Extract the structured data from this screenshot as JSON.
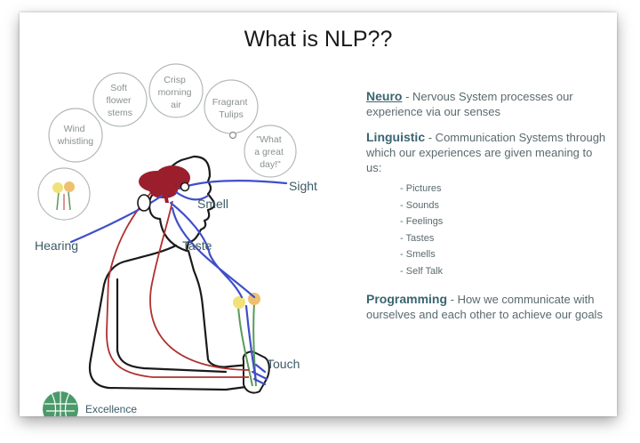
{
  "slide": {
    "title": "What is NLP??"
  },
  "bubbles": [
    {
      "lines": [
        "Wind",
        "whistling"
      ]
    },
    {
      "lines": [
        "Soft",
        "flower",
        "stems"
      ]
    },
    {
      "lines": [
        "Crisp",
        "morning",
        "air"
      ]
    },
    {
      "lines": [
        "Fragrant",
        "Tulips"
      ]
    },
    {
      "lines": [
        "\"What",
        "a great",
        "day!\""
      ]
    }
  ],
  "senses": {
    "sight": "Sight",
    "smell": "Smell",
    "taste": "Taste",
    "hearing": "Hearing",
    "touch": "Touch"
  },
  "logo": {
    "text": "Excellence"
  },
  "definitions": {
    "neuro": {
      "term": "Neuro",
      "text": " - Nervous System processes our experience via our senses"
    },
    "linguistic": {
      "term": "Linguistic",
      "text": " - Communication Systems through which our experiences are given meaning to us:"
    },
    "linguistic_items": [
      "Pictures",
      "Sounds",
      "Feelings",
      "Tastes",
      "Smells",
      "Self Talk"
    ],
    "programming": {
      "term": "Programming",
      "text": " - How we communicate with ourselves and each other to achieve our goals"
    }
  },
  "colors": {
    "nerve": "#3f4fc8",
    "body_red": "#b03030",
    "brain": "#9a1e2c",
    "teal_text": "#3a6470"
  }
}
